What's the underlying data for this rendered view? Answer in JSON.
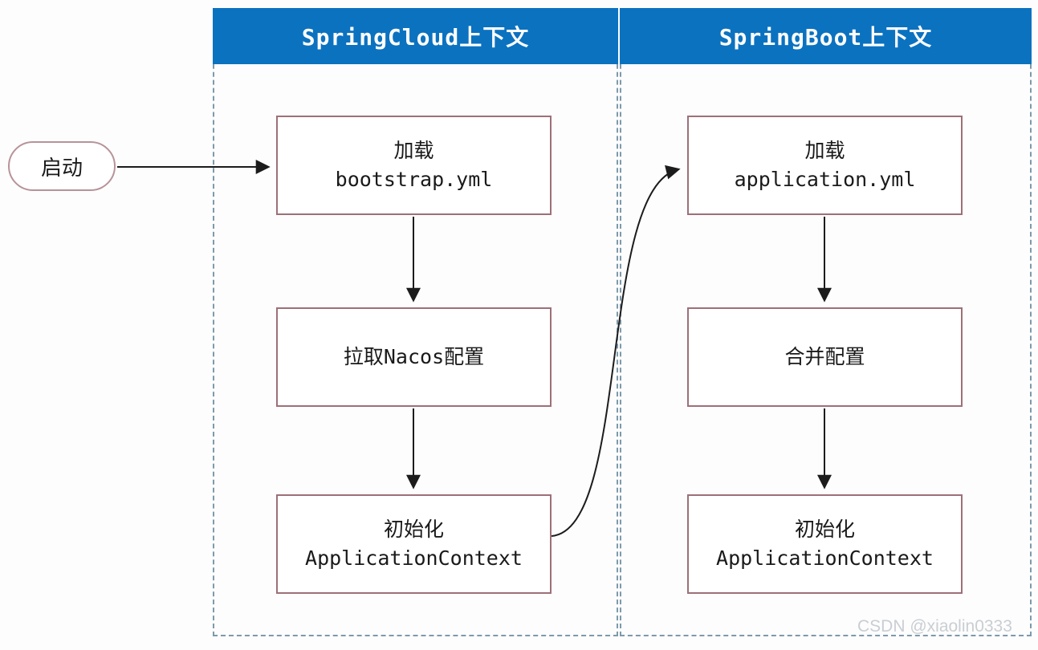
{
  "colors": {
    "header_bg": "#0b72c0",
    "header_text": "#ffffff",
    "panel_border": "#7d9aab",
    "box_border": "#9d7078",
    "box_bg": "#ffffff",
    "pill_border": "#b79399",
    "arrow": "#1c1c1c",
    "text": "#1a1a1a",
    "watermark": "#c9ced3"
  },
  "start": {
    "label": "启动"
  },
  "panels": [
    {
      "title": "SpringCloud上下文",
      "nodes": [
        {
          "line1": "加载",
          "line2": "bootstrap.yml"
        },
        {
          "line1": "拉取Nacos配置",
          "line2": ""
        },
        {
          "line1": "初始化",
          "line2": "ApplicationContext"
        }
      ]
    },
    {
      "title": "SpringBoot上下文",
      "nodes": [
        {
          "line1": "加载",
          "line2": "application.yml"
        },
        {
          "line1": "合并配置",
          "line2": ""
        },
        {
          "line1": "初始化",
          "line2": "ApplicationContext"
        }
      ]
    }
  ],
  "edges": [
    {
      "from": "start",
      "to": "load-bootstrap-yml"
    },
    {
      "from": "load-bootstrap-yml",
      "to": "pull-nacos-config"
    },
    {
      "from": "pull-nacos-config",
      "to": "init-applicationcontext-cloud"
    },
    {
      "from": "init-applicationcontext-cloud",
      "to": "load-application-yml"
    },
    {
      "from": "load-application-yml",
      "to": "merge-config"
    },
    {
      "from": "merge-config",
      "to": "init-applicationcontext-boot"
    }
  ],
  "watermark": "CSDN @xiaolin0333"
}
